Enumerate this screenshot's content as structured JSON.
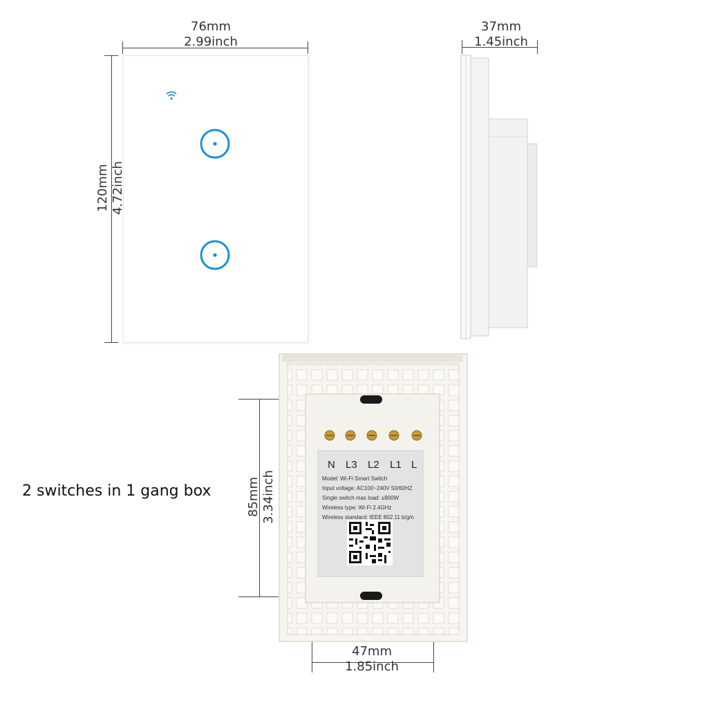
{
  "front_view": {
    "width_mm": "76mm",
    "width_inch": "2.99inch",
    "height_mm": "120mm",
    "height_inch": "4.72inch",
    "icons": [
      "wifi-icon",
      "touch-button-icon",
      "touch-button-icon"
    ]
  },
  "side_view": {
    "depth_mm": "37mm",
    "depth_inch": "1.45inch"
  },
  "back_view": {
    "caption": "2 switches in 1 gang box",
    "mount_height_mm": "85mm",
    "mount_height_inch": "3.34inch",
    "mount_width_mm": "47mm",
    "mount_width_inch": "1.85inch",
    "terminals": [
      "N",
      "L3",
      "L2",
      "L1",
      "L"
    ],
    "label": {
      "model": "Model:  Wi-Fi Smart Switch",
      "input_voltage": "Input voltage:  AC100~240V  50/60HZ",
      "max_load": "Single switch max load:  ≤800W",
      "wireless_type": "Wireless type:  Wi-Fi 2.4GHz",
      "wireless_standard": "Wireless standard:  IEEE 802.11 b/g/n"
    }
  },
  "colors": {
    "button_ring": "#1e8fd6",
    "panel": "#ffffff",
    "panel_edge": "#e4e4e4",
    "back_plate": "#f6f4ef"
  }
}
